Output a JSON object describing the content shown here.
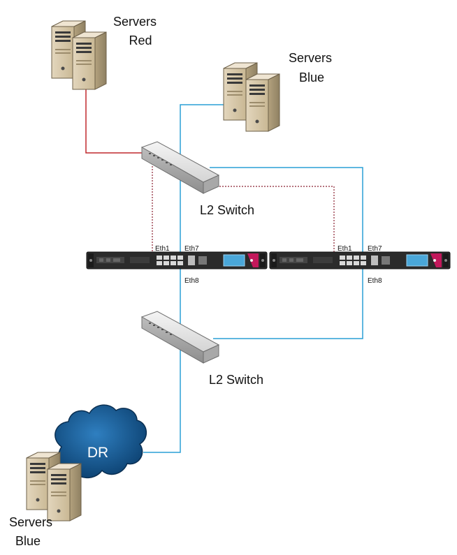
{
  "groups": {
    "servers_red": {
      "line1": "Servers",
      "line2": "Red"
    },
    "servers_blue_top": {
      "line1": "Servers",
      "line2": "Blue"
    },
    "servers_blue_bottom": {
      "line1": "Servers",
      "line2": "Blue"
    }
  },
  "switches": {
    "top_label": "L2 Switch",
    "bottom_label": "L2 Switch"
  },
  "appliances": {
    "left": {
      "port_eth1": "Eth1",
      "port_eth7": "Eth7",
      "port_eth8": "Eth8"
    },
    "right": {
      "port_eth1": "Eth1",
      "port_eth7": "Eth7",
      "port_eth8": "Eth8"
    }
  },
  "cloud": {
    "label": "DR"
  },
  "colors": {
    "red_link": "#c0282d",
    "blue_link": "#2a9fd6",
    "dotted_link": "#8a2030",
    "cloud_fill": "#0e4f82",
    "appliance_accent": "#c2185b"
  }
}
